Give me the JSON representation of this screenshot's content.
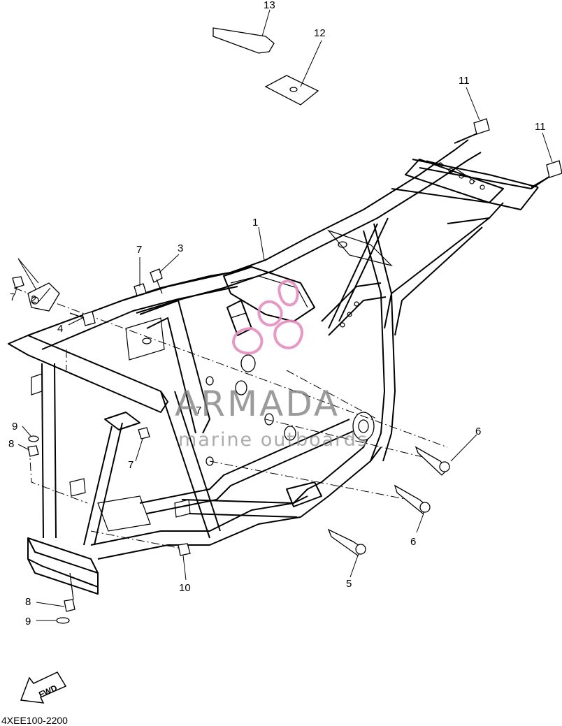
{
  "diagram": {
    "part_code": "4XEE100-2200",
    "callouts": {
      "c1": "1",
      "c2": "2",
      "c3": "3",
      "c4": "4",
      "c5": "5",
      "c6a": "6",
      "c6b": "6",
      "c7a": "7",
      "c7b": "7",
      "c7c": "7",
      "c7d": "7",
      "c8a": "8",
      "c8b": "8",
      "c9a": "9",
      "c9b": "9",
      "c10": "10",
      "c11a": "11",
      "c11b": "11",
      "c12": "12",
      "c13": "13"
    },
    "direction_label": "FWD",
    "watermark": {
      "brand": "ARMADA",
      "tagline": "marine outboards",
      "color": "#e58fc0"
    }
  }
}
